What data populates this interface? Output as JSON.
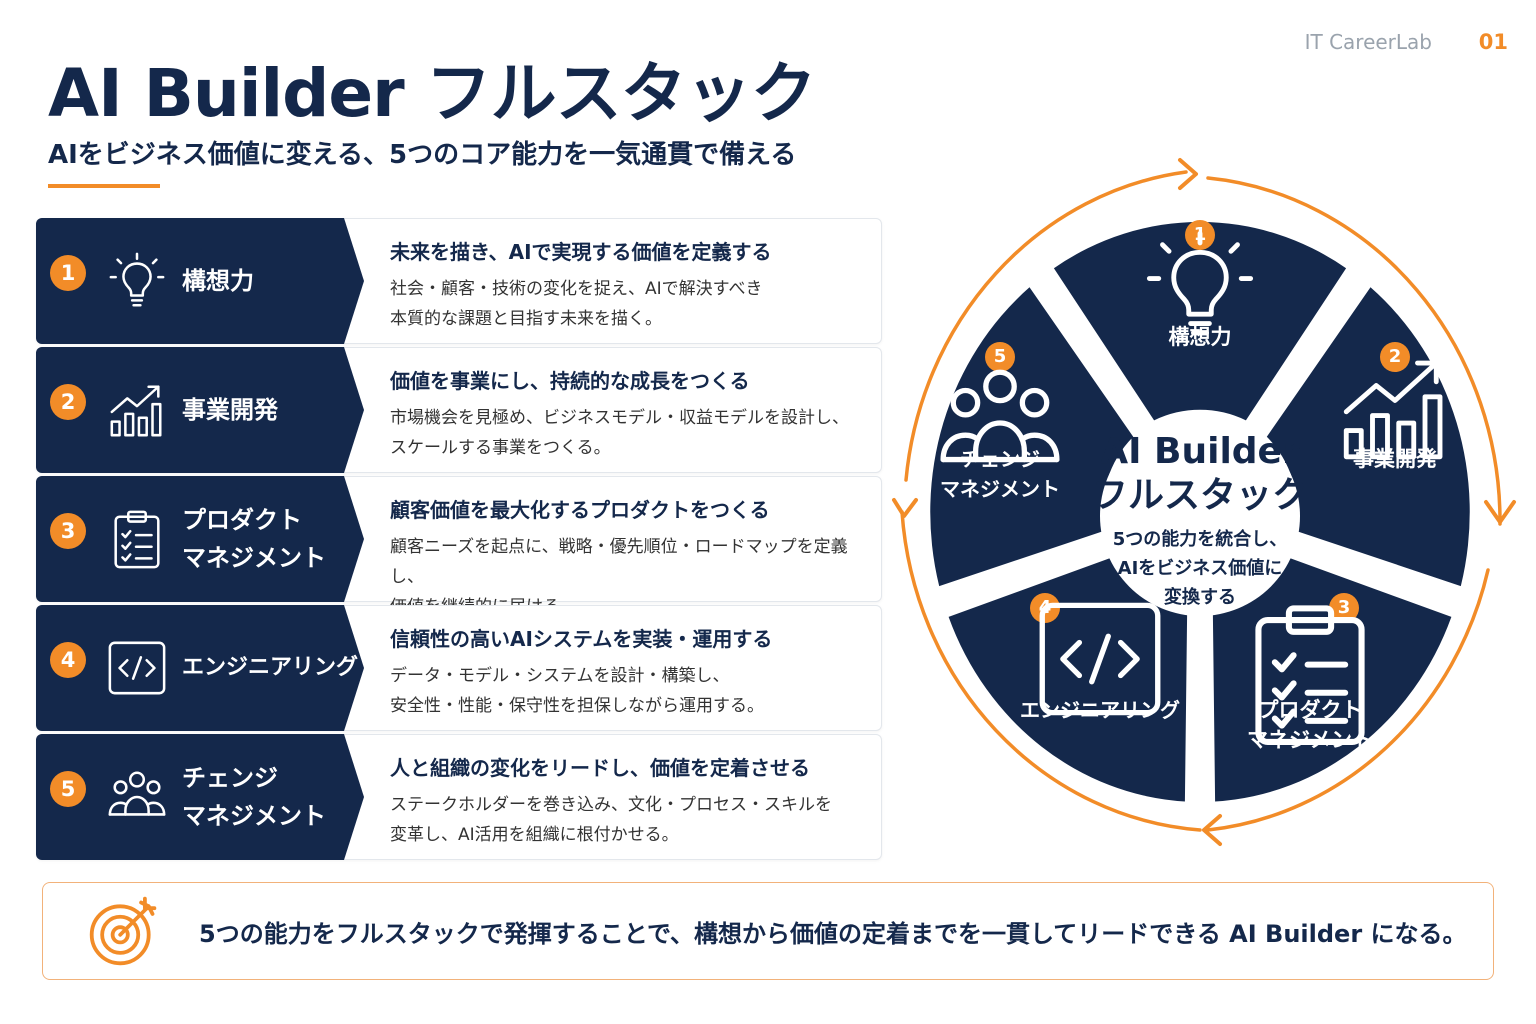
{
  "header": {
    "brand": "IT CareerLab",
    "page_number": "01"
  },
  "title": "AI Builder フルスタック",
  "subtitle": "AIをビジネス価値に変える、5つのコア能力を一気通貫で備える",
  "colors": {
    "navy": "#14284b",
    "accent": "#f28c28"
  },
  "rows": [
    {
      "num": "1",
      "icon": "lightbulb-icon",
      "label": "構想力",
      "head": "未来を描き、AIで実現する価値を定義する",
      "desc": "社会・顧客・技術の変化を捉え、AIで解決すべき\n本質的な課題と目指す未来を描く。"
    },
    {
      "num": "2",
      "icon": "growth-chart-icon",
      "label": "事業開発",
      "head": "価値を事業にし、持続的な成長をつくる",
      "desc": "市場機会を見極め、ビジネスモデル・収益モデルを設計し、\nスケールする事業をつくる。"
    },
    {
      "num": "3",
      "icon": "clipboard-checklist-icon",
      "label": "プロダクト\nマネジメント",
      "head": "顧客価値を最大化するプロダクトをつくる",
      "desc": "顧客ニーズを起点に、戦略・優先順位・ロードマップを定義し、\n価値を継続的に届ける。"
    },
    {
      "num": "4",
      "icon": "code-icon",
      "label": "エンジニアリング",
      "head": "信頼性の高いAIシステムを実装・運用する",
      "desc": "データ・モデル・システムを設計・構築し、\n安全性・性能・保守性を担保しながら運用する。"
    },
    {
      "num": "5",
      "icon": "people-group-icon",
      "label": "チェンジ\nマネジメント",
      "head": "人と組織の変化をリードし、価値を定着させる",
      "desc": "ステークホルダーを巻き込み、文化・プロセス・スキルを\n変革し、AI活用を組織に根付かせる。"
    }
  ],
  "diagram": {
    "center_title": "AI Builder\nフルスタック",
    "center_desc": "5つの能力を統合し、\nAIをビジネス価値に\n変換する",
    "segments": [
      {
        "num": "1",
        "icon": "lightbulb-icon",
        "label": "構想力"
      },
      {
        "num": "2",
        "icon": "growth-chart-icon",
        "label": "事業開発"
      },
      {
        "num": "3",
        "icon": "clipboard-checklist-icon",
        "label": "プロダクト\nマネジメント"
      },
      {
        "num": "4",
        "icon": "code-icon",
        "label": "エンジニアリング"
      },
      {
        "num": "5",
        "icon": "people-group-icon",
        "label": "チェンジ\nマネジメント"
      }
    ]
  },
  "footer": {
    "icon": "target-icon",
    "text": "5つの能力をフルスタックで発揮することで、構想から価値の定着までを一貫してリードできる AI Builder になる。"
  }
}
